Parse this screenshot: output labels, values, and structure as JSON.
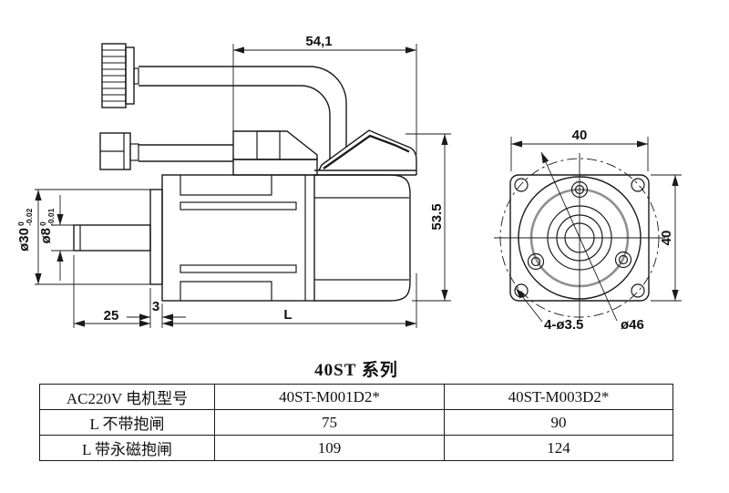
{
  "page": {
    "title": "40ST 系列"
  },
  "side_view": {
    "dims": {
      "cable_depth": "54,1",
      "total_height": "53.5",
      "boss_diameter": "ø30",
      "boss_tol_upper": "0",
      "boss_tol_lower": "-0.02",
      "shaft_diameter": "ø8",
      "shaft_tol_upper": "0",
      "shaft_tol_lower": "-0.01",
      "shaft_length": "25",
      "boss_length": "3",
      "body_length": "L"
    }
  },
  "front_view": {
    "dims": {
      "flange_width": "40",
      "flange_height": "40",
      "corner_holes": "4-ø3.5",
      "bolt_circle": "ø46"
    }
  },
  "table": {
    "rows": [
      {
        "c0": "AC220V 电机型号",
        "c1": "40ST-M001D2*",
        "c2": "40ST-M003D2*"
      },
      {
        "c0": "L 不带抱闸",
        "c1": "75",
        "c2": "90"
      },
      {
        "c0": "L 带永磁抱闸",
        "c1": "109",
        "c2": "124"
      }
    ]
  }
}
